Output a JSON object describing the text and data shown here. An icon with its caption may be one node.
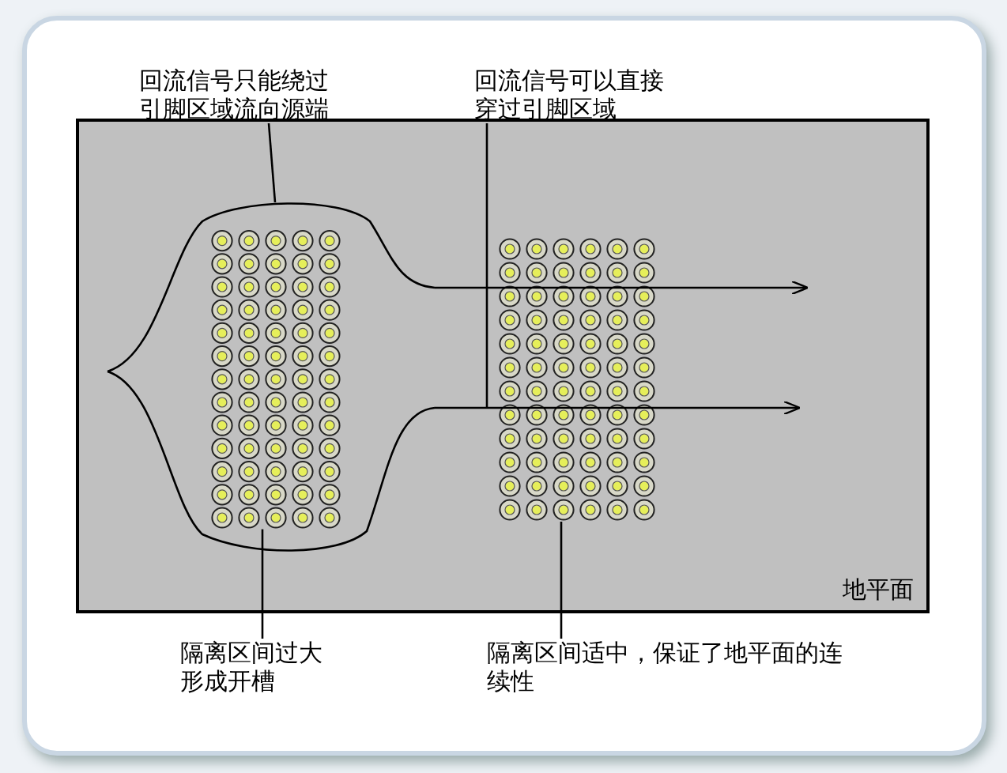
{
  "diagram": {
    "nodes": [
      {
        "text": [
          "回流信号只能绕过引脚区域流向源端"
        ]
      },
      {
        "text": [
          "回流信号可以直接穿过引脚区域"
        ]
      },
      {
        "text": [
          "地平面"
        ]
      },
      {
        "text": [],
        "shape": "picture",
        "in": 2
      },
      {
        "text": [],
        "shape": "picture",
        "in": 2
      },
      {
        "text": [
          "隔离区间过大形成开槽"
        ]
      },
      {
        "text": [
          "隔离区间适中，保证了地平面的连续性"
        ]
      }
    ],
    "edges": [
      {
        "from": 0,
        "to": null,
        "arrow": "none"
      },
      {
        "from": 1,
        "to": 4,
        "arrow": "none"
      },
      {
        "from": 5,
        "to": 3,
        "arrow": "none"
      },
      {
        "from": 6,
        "to": 4,
        "arrow": "none"
      }
    ]
  }
}
